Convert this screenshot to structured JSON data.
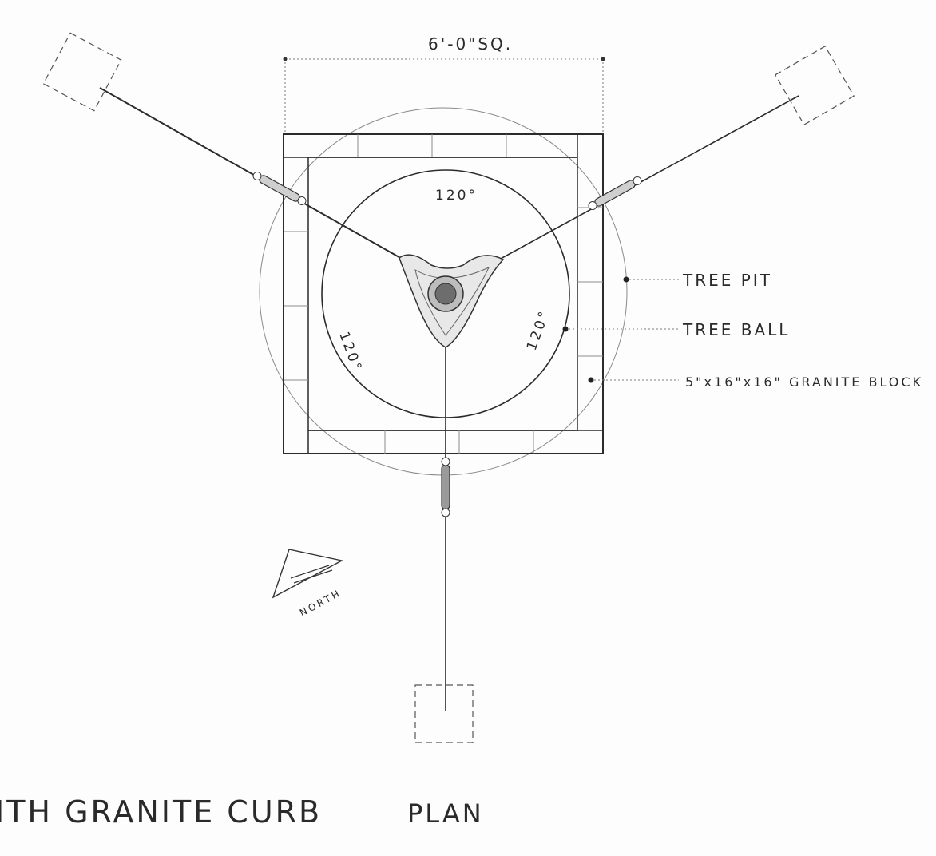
{
  "drawing": {
    "dimension_label": "6'-0\"SQ.",
    "angle_top": "120°",
    "angle_left": "120°",
    "angle_right": "120°",
    "north_label": "NORTH",
    "callouts": {
      "tree_pit": "TREE PIT",
      "tree_ball": "TREE BALL",
      "granite_block": "5\"x16\"x16\" GRANITE BLOCK"
    },
    "caption_left": "ITH GRANITE CURB",
    "caption_right": "PLAN"
  }
}
